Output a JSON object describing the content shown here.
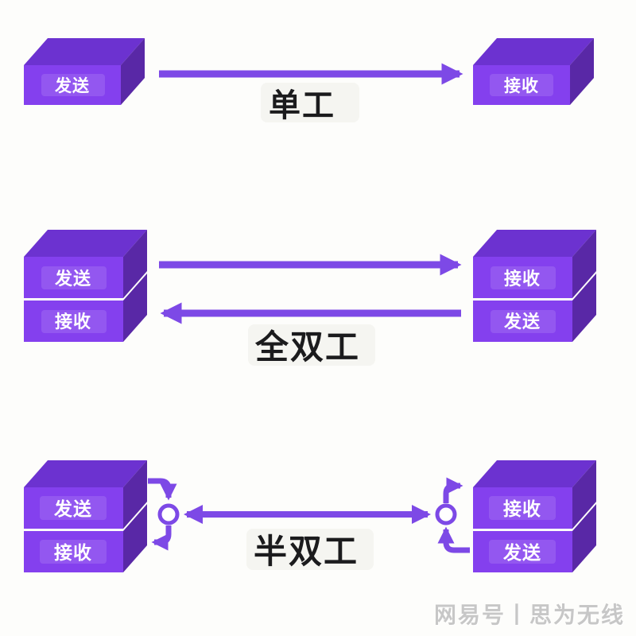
{
  "colors": {
    "front": "#8440ee",
    "top": "#6c32d0",
    "side": "#5928a6",
    "arrow": "#7d49e6",
    "box_text": "#ffffff",
    "title_text": "#1b1b1d",
    "watermark": "#c7c7c7",
    "background": "#fdfdfb"
  },
  "rows": [
    {
      "title": "单工",
      "left_box": {
        "top_label": "发送"
      },
      "right_box": {
        "top_label": "接收"
      }
    },
    {
      "title": "全双工",
      "left_box": {
        "top_label": "发送",
        "bottom_label": "接收"
      },
      "right_box": {
        "top_label": "接收",
        "bottom_label": "发送"
      }
    },
    {
      "title": "半双工",
      "left_box": {
        "top_label": "发送",
        "bottom_label": "接收"
      },
      "right_box": {
        "top_label": "接收",
        "bottom_label": "发送"
      }
    }
  ],
  "watermark": "网易号丨思为无线"
}
